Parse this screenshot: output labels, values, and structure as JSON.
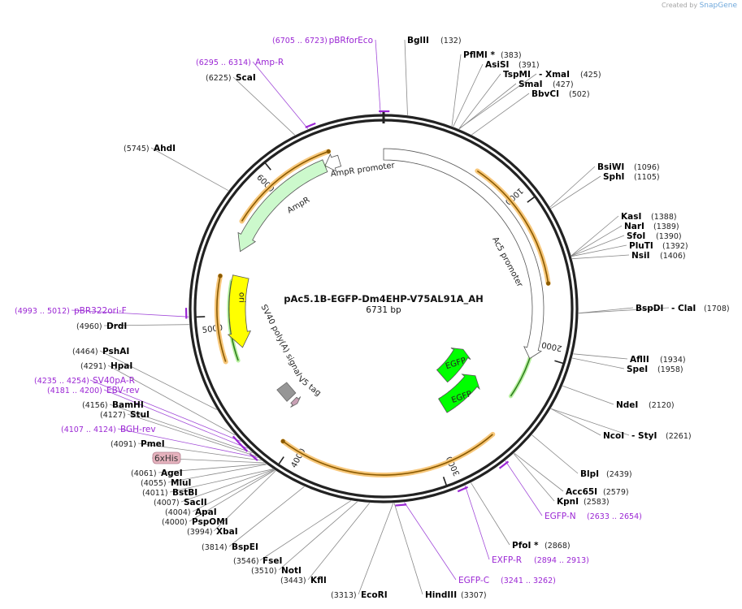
{
  "credit": {
    "prefix": "Created by",
    "brand": "SnapGene"
  },
  "plasmid": {
    "name": "pAc5.1B-EGFP-Dm4EHP-V75AL91A_AH",
    "size": "6731 bp"
  },
  "ticks": [
    {
      "label": "1000",
      "pos": 1000
    },
    {
      "label": "2000",
      "pos": 2000
    },
    {
      "label": "3000",
      "pos": 3000
    },
    {
      "label": "4000",
      "pos": 4000
    },
    {
      "label": "5000",
      "pos": 5000
    },
    {
      "label": "6000",
      "pos": 6000
    }
  ],
  "features": [
    {
      "name": "Ac5 promoter",
      "start": 6731,
      "end": 2036,
      "style": "promoter",
      "fill": "#ffffff"
    },
    {
      "name": "AmpR promoter",
      "start": 6420,
      "end": 6315,
      "style": "promoter",
      "fill": "#ffffff"
    },
    {
      "name": "AmpR",
      "start": 6314,
      "end": 5454,
      "style": "cds",
      "fill": "#ccf9cc"
    },
    {
      "name": "ori",
      "start": 5283,
      "end": 4760,
      "style": "ori",
      "fill": "#ffff00"
    },
    {
      "name": "SV40 poly(A) signal",
      "start": 4350,
      "end": 4228,
      "style": "box",
      "fill": "#969696"
    },
    {
      "name": "V5 tag",
      "start": 4196,
      "end": 4155,
      "style": "tag",
      "fill": "#c8a0b4"
    },
    {
      "name": "EGFP",
      "start": 2600,
      "end": 2190,
      "style": "cds-inner",
      "fill": "#00ff00"
    },
    {
      "name": "EGFP",
      "start": 2780,
      "end": 2360,
      "style": "cds-inner2",
      "fill": "#00ff00"
    }
  ],
  "orange_arcs": [
    {
      "start": 640,
      "end": 1520
    },
    {
      "start": 2600,
      "end": 4060
    },
    {
      "start": 4700,
      "end": 5260
    },
    {
      "start": 5640,
      "end": 6370
    }
  ],
  "green_arcs": [
    {
      "start": 1990,
      "end": 2330
    },
    {
      "start": 4680,
      "end": 5240
    },
    {
      "start": 5480,
      "end": 6360
    }
  ],
  "labels": [
    {
      "name": "pBRforEco",
      "pos": "(6705 .. 6723)",
      "kind": "primer",
      "mark_start": 6705,
      "mark_end": 6723
    },
    {
      "name": "BglII",
      "pos": "(132)",
      "kind": "site",
      "site": 132
    },
    {
      "name": "PflMI *",
      "pos": "(383)",
      "kind": "site",
      "site": 383
    },
    {
      "name": "AsiSI",
      "pos": "(391)",
      "kind": "site",
      "site": 391
    },
    {
      "name": "TspMI",
      "pos": "",
      "kind": "site",
      "site": 425
    },
    {
      "name": "- XmaI",
      "pos": "(425)",
      "kind": "site",
      "site": 425
    },
    {
      "name": "SmaI",
      "pos": "(427)",
      "kind": "site",
      "site": 427
    },
    {
      "name": "BbvCI",
      "pos": "(502)",
      "kind": "site",
      "site": 502
    },
    {
      "name": "BsiWI",
      "pos": "(1096)",
      "kind": "site",
      "site": 1096
    },
    {
      "name": "SphI",
      "pos": "(1105)",
      "kind": "site",
      "site": 1105
    },
    {
      "name": "KasI",
      "pos": "(1388)",
      "kind": "site",
      "site": 1388
    },
    {
      "name": "NarI",
      "pos": "(1389)",
      "kind": "site",
      "site": 1389
    },
    {
      "name": "SfoI",
      "pos": "(1390)",
      "kind": "site",
      "site": 1390
    },
    {
      "name": "PluTI",
      "pos": "(1392)",
      "kind": "site",
      "site": 1392
    },
    {
      "name": "NsiI",
      "pos": "(1406)",
      "kind": "site",
      "site": 1406
    },
    {
      "name": "BspDI",
      "pos": "",
      "kind": "site",
      "site": 1708
    },
    {
      "name": "- ClaI",
      "pos": "(1708)",
      "kind": "site",
      "site": 1708
    },
    {
      "name": "AflII",
      "pos": "(1934)",
      "kind": "site",
      "site": 1934
    },
    {
      "name": "SpeI",
      "pos": "(1958)",
      "kind": "site",
      "site": 1958
    },
    {
      "name": "NdeI",
      "pos": "(2120)",
      "kind": "site",
      "site": 2120
    },
    {
      "name": "NcoI",
      "pos": "",
      "kind": "site",
      "site": 2261
    },
    {
      "name": "- StyI",
      "pos": "(2261)",
      "kind": "site",
      "site": 2261
    },
    {
      "name": "BlpI",
      "pos": "(2439)",
      "kind": "site",
      "site": 2439
    },
    {
      "name": "Acc65I",
      "pos": "(2579)",
      "kind": "site",
      "site": 2579
    },
    {
      "name": "KpnI",
      "pos": "(2583)",
      "kind": "site",
      "site": 2583
    },
    {
      "name": "EGFP-N",
      "pos": "(2633 .. 2654)",
      "kind": "primer",
      "mark_start": 2633,
      "mark_end": 2654
    },
    {
      "name": "PfoI *",
      "pos": "(2868)",
      "kind": "site",
      "site": 2868
    },
    {
      "name": "EXFP-R",
      "pos": "(2894 .. 2913)",
      "kind": "primer",
      "mark_start": 2894,
      "mark_end": 2913
    },
    {
      "name": "EGFP-C",
      "pos": "(3241 .. 3262)",
      "kind": "primer",
      "mark_start": 3241,
      "mark_end": 3262
    },
    {
      "name": "HindIII",
      "pos": "(3307)",
      "kind": "site",
      "site": 3307
    },
    {
      "name": "EcoRI",
      "pos": "(3313)",
      "kind": "site",
      "site": 3313
    },
    {
      "name": "KflI",
      "pos": "(3443)",
      "kind": "site",
      "site": 3443
    },
    {
      "name": "NotI",
      "pos": "(3510)",
      "kind": "site",
      "site": 3510
    },
    {
      "name": "FseI",
      "pos": "(3546)",
      "kind": "site",
      "site": 3546
    },
    {
      "name": "BspEI",
      "pos": "(3814)",
      "kind": "site",
      "site": 3814
    },
    {
      "name": "XbaI",
      "pos": "(3994)",
      "kind": "site",
      "site": 3994
    },
    {
      "name": "PspOMI",
      "pos": "(4000)",
      "kind": "site",
      "site": 4000
    },
    {
      "name": "ApaI",
      "pos": "(4004)",
      "kind": "site",
      "site": 4004
    },
    {
      "name": "SacII",
      "pos": "(4007)",
      "kind": "site",
      "site": 4007
    },
    {
      "name": "BstBI",
      "pos": "(4011)",
      "kind": "site",
      "site": 4011
    },
    {
      "name": "MluI",
      "pos": "(4055)",
      "kind": "site",
      "site": 4055
    },
    {
      "name": "AgeI",
      "pos": "(4061)",
      "kind": "site",
      "site": 4061
    },
    {
      "name": "6xHis",
      "pos": "",
      "kind": "feature-box",
      "site": 4070
    },
    {
      "name": "PmeI",
      "pos": "(4091)",
      "kind": "site",
      "site": 4091
    },
    {
      "name": "BGH-rev",
      "pos": "(4107 .. 4124)",
      "kind": "primer",
      "mark_start": 4107,
      "mark_end": 4124
    },
    {
      "name": "StuI",
      "pos": "(4127)",
      "kind": "site",
      "site": 4127
    },
    {
      "name": "BamHI",
      "pos": "(4156)",
      "kind": "site",
      "site": 4156
    },
    {
      "name": "EBV-rev",
      "pos": "(4181 .. 4200)",
      "kind": "primer",
      "mark_start": 4181,
      "mark_end": 4200
    },
    {
      "name": "SV40pA-R",
      "pos": "(4235 .. 4254)",
      "kind": "primer",
      "mark_start": 4235,
      "mark_end": 4254
    },
    {
      "name": "HpaI",
      "pos": "(4291)",
      "kind": "site",
      "site": 4291
    },
    {
      "name": "PshAI",
      "pos": "(4464)",
      "kind": "site",
      "site": 4464
    },
    {
      "name": "DrdI",
      "pos": "(4960)",
      "kind": "site",
      "site": 4960
    },
    {
      "name": "pBR322ori-F",
      "pos": "(4993 .. 5012)",
      "kind": "primer",
      "mark_start": 4993,
      "mark_end": 5012
    },
    {
      "name": "AhdI",
      "pos": "(5745)",
      "kind": "site",
      "site": 5745
    },
    {
      "name": "ScaI",
      "pos": "(6225)",
      "kind": "site",
      "site": 6225
    },
    {
      "name": "Amp-R",
      "pos": "(6295 .. 6314)",
      "kind": "primer",
      "mark_start": 6295,
      "mark_end": 6314
    }
  ],
  "colors": {
    "site": "#000000",
    "primer": "#9b27d4",
    "ring": "#222222",
    "orange": "#f0a23c",
    "green": "#2e8b2e"
  }
}
